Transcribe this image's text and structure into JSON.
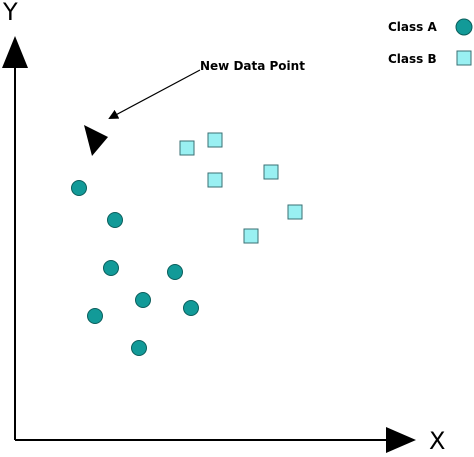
{
  "axes": {
    "x_label": "X",
    "y_label": "Y"
  },
  "legend": {
    "items": [
      {
        "label": "Class A",
        "shape": "circle",
        "fill": "#129a98",
        "stroke": "#0b5e5c"
      },
      {
        "label": "Class B",
        "shape": "square",
        "fill": "#99f0f2",
        "stroke": "#3a6f73"
      }
    ]
  },
  "annotation": {
    "label": "New Data Point"
  },
  "colors": {
    "axis": "#000000",
    "class_a_fill": "#129a98",
    "class_a_stroke": "#0b5e5c",
    "class_b_fill": "#99f0f2",
    "class_b_stroke": "#3a6f73"
  },
  "chart_data": {
    "type": "scatter",
    "title": "",
    "xlabel": "X",
    "ylabel": "Y",
    "xlim": [
      0,
      100
    ],
    "ylim": [
      0,
      100
    ],
    "grid": false,
    "legend_position": "top-right",
    "series": [
      {
        "name": "Class A",
        "marker": "circle",
        "points": [
          [
            16,
            63
          ],
          [
            25,
            55
          ],
          [
            24,
            43
          ],
          [
            40,
            42
          ],
          [
            32,
            35
          ],
          [
            44,
            33
          ],
          [
            20,
            31
          ],
          [
            31,
            23
          ]
        ]
      },
      {
        "name": "Class B",
        "marker": "square",
        "points": [
          [
            43,
            73
          ],
          [
            50,
            75
          ],
          [
            50,
            65
          ],
          [
            64,
            67
          ],
          [
            70,
            57
          ],
          [
            59,
            51
          ]
        ]
      }
    ],
    "new_point": {
      "label": "New Data Point",
      "marker": "triangle",
      "x": 20,
      "y": 75
    }
  }
}
